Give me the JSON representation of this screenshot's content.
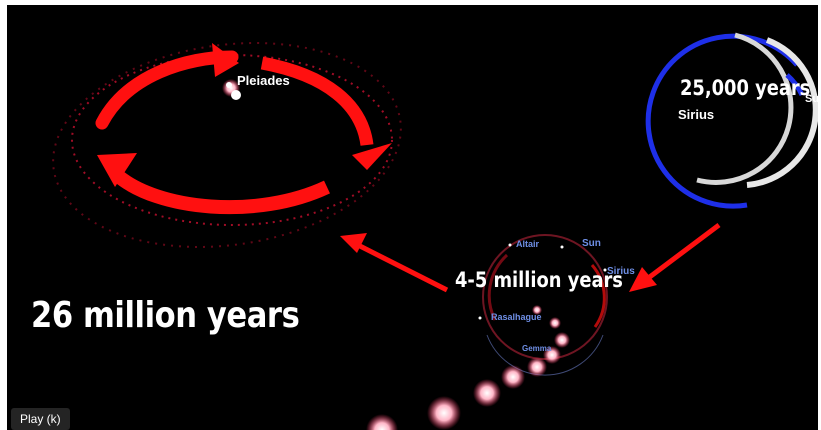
{
  "video": {
    "labels": {
      "big_caption": "26 million years",
      "mid_caption": "4-5 million years",
      "top_caption": "25,000 years",
      "pleiades": "Pleiades",
      "sirius_left": "Sirius",
      "su_cut": "Su"
    },
    "stars": {
      "altair": "Altair",
      "sun": "Sun",
      "sirius": "Sirius",
      "rasalhague": "Rasalhague",
      "gemma": "Gemma"
    },
    "tooltip": "Play (k)"
  },
  "colors": {
    "accent_red": "#ff1010",
    "blue": "#1e2fe8",
    "white_ring": "#e8e8e8",
    "background": "#000000"
  }
}
